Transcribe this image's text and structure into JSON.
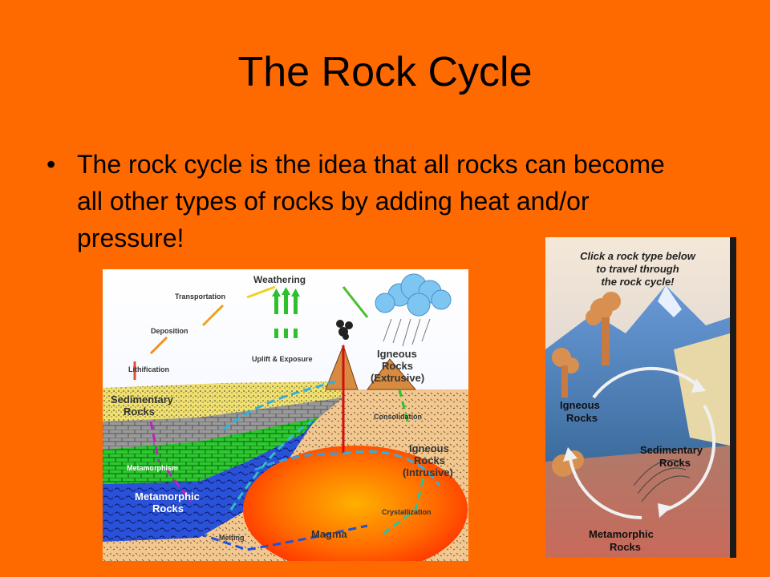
{
  "slide": {
    "title": "The Rock Cycle",
    "bullet_symbol": "•",
    "bullet_text": "The rock cycle is the idea that all rocks can become all other types of rocks by adding heat and/or pressure!"
  },
  "left_diagram": {
    "labels": {
      "weathering": "Weathering",
      "transportation": "Transportation",
      "deposition": "Deposition",
      "lithification": "Lithification",
      "sedimentary_line1": "Sedimentary",
      "sedimentary_line2": "Rocks",
      "uplift": "Uplift & Exposure",
      "igneous_ext_line1": "Igneous",
      "igneous_ext_line2": "Rocks",
      "igneous_ext_line3": "(Extrusive)",
      "consolidation": "Consolidation",
      "igneous_int_line1": "Igneous",
      "igneous_int_line2": "Rocks",
      "igneous_int_line3": "(Intrusive)",
      "metamorphism": "Metamorphism",
      "metamorphic_line1": "Metamorphic",
      "metamorphic_line2": "Rocks",
      "crystallization": "Crystallization",
      "melting": "Melting",
      "magma": "Magma"
    }
  },
  "right_diagram": {
    "instruction_line1": "Click a rock type below",
    "instruction_line2": "to travel through",
    "instruction_line3": "the rock cycle!",
    "igneous_line1": "Igneous",
    "igneous_line2": "Rocks",
    "sedimentary_line1": "Sedimentary",
    "sedimentary_line2": "Rocks",
    "metamorphic_line1": "Metamorphic",
    "metamorphic_line2": "Rocks"
  }
}
